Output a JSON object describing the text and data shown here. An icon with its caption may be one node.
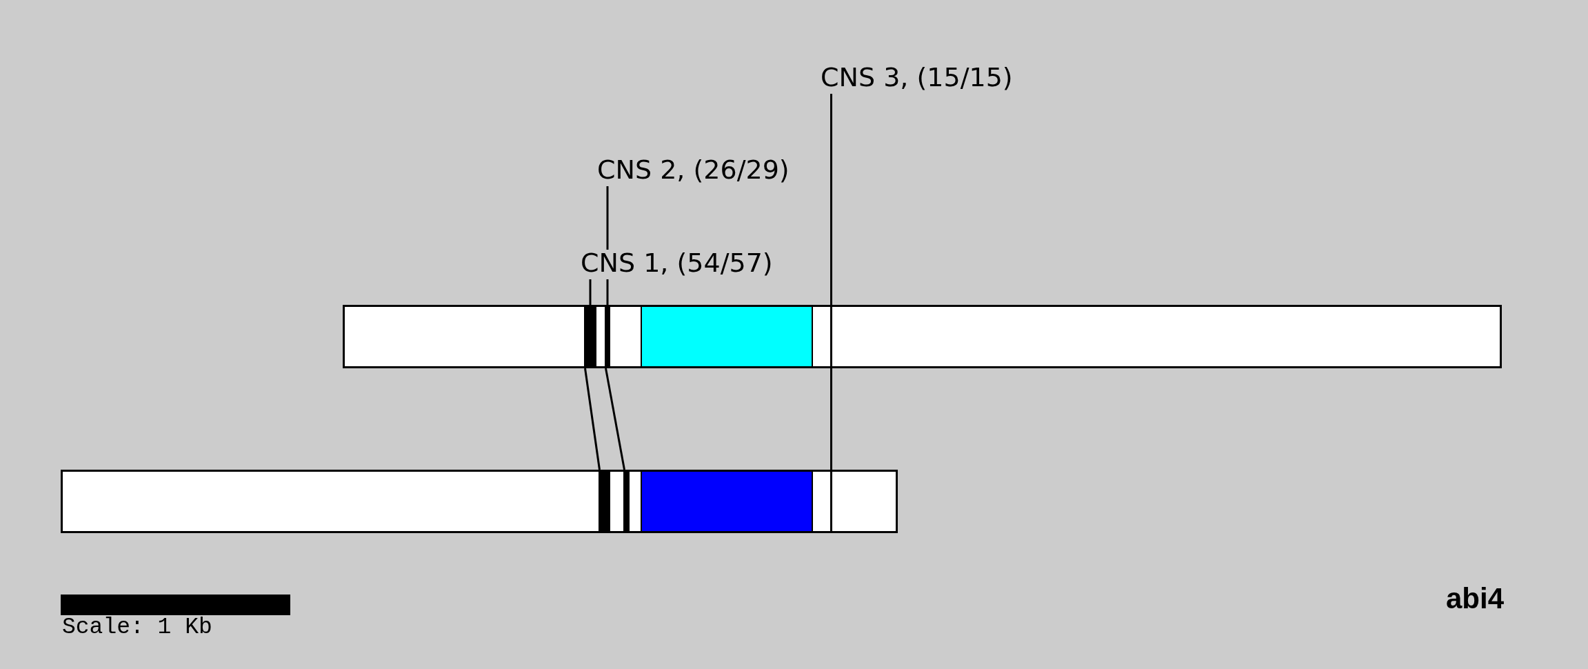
{
  "diagram": {
    "nodes": [
      {
        "text": [
          "CNS 3, (15/15)"
        ]
      },
      {
        "text": [
          "CNS 2, (26/29)"
        ]
      },
      {
        "text": [
          "CNS 1, (54/57)"
        ]
      },
      {
        "text": [],
        "shape": "box"
      },
      {
        "text": [],
        "shape": "bar",
        "in": 3
      },
      {
        "text": [],
        "shape": "bar",
        "in": 3
      },
      {
        "text": [],
        "shape": "box",
        "in": 3
      },
      {
        "text": [],
        "shape": "bar",
        "in": 3
      },
      {
        "text": [],
        "shape": "box"
      },
      {
        "text": [],
        "shape": "bar",
        "in": 8
      },
      {
        "text": [],
        "shape": "bar",
        "in": 8
      },
      {
        "text": [],
        "shape": "box",
        "in": 8
      },
      {
        "text": [],
        "shape": "bar",
        "in": 8
      },
      {
        "text": [],
        "shape": "bar",
        "beside": [
          "Scale: 1 Kb"
        ]
      }
    ],
    "edges": [
      {
        "from": 0,
        "to": 7,
        "arrow": "none"
      },
      {
        "from": 1,
        "to": 2,
        "arrow": "none"
      },
      {
        "from": 2,
        "to": 4,
        "arrow": "none"
      },
      {
        "from": 2,
        "to": 5,
        "arrow": "none"
      },
      {
        "from": 4,
        "to": 9,
        "arrow": "none"
      },
      {
        "from": 5,
        "to": 10,
        "arrow": "none"
      },
      {
        "from": 7,
        "to": 12,
        "arrow": "none"
      }
    ],
    "labels": [
      "abi4"
    ]
  }
}
